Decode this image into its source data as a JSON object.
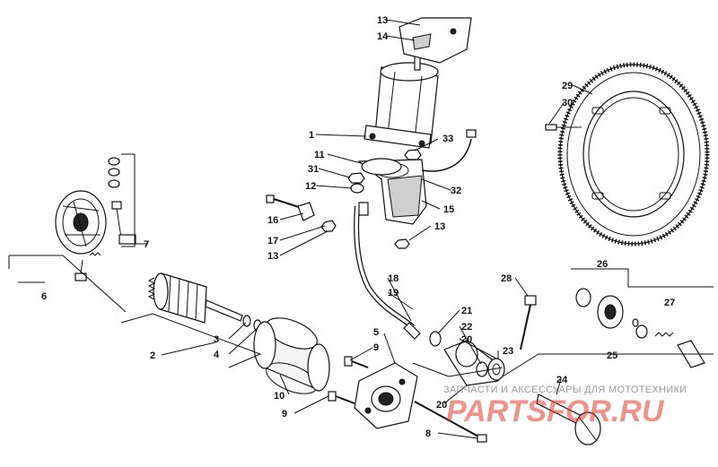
{
  "callouts": {
    "c1": "1",
    "c2": "2",
    "c3": "3",
    "c4": "4",
    "c5": "5",
    "c6": "6",
    "c7": "7",
    "c8": "8",
    "c9a": "9",
    "c9b": "9",
    "c10": "10",
    "c11": "11",
    "c12": "12",
    "c13a": "13",
    "c13b": "13",
    "c13c": "13",
    "c14": "14",
    "c15": "15",
    "c16": "16",
    "c17": "17",
    "c18": "18",
    "c19": "19",
    "c20": "20",
    "c21": "21",
    "c22": "22",
    "c23": "23",
    "c24": "24",
    "c25": "25",
    "c26": "26",
    "c27": "27",
    "c28": "28",
    "c29": "29",
    "c30": "30",
    "c31": "31",
    "c32": "32",
    "c33": "33"
  },
  "watermark": {
    "top_text": "ЗАПЧАСТИ И АКСЕССУАРЫ ДЛЯ МОТОТЕХНИКИ",
    "logo_text": "PARTSFOR.RU"
  }
}
